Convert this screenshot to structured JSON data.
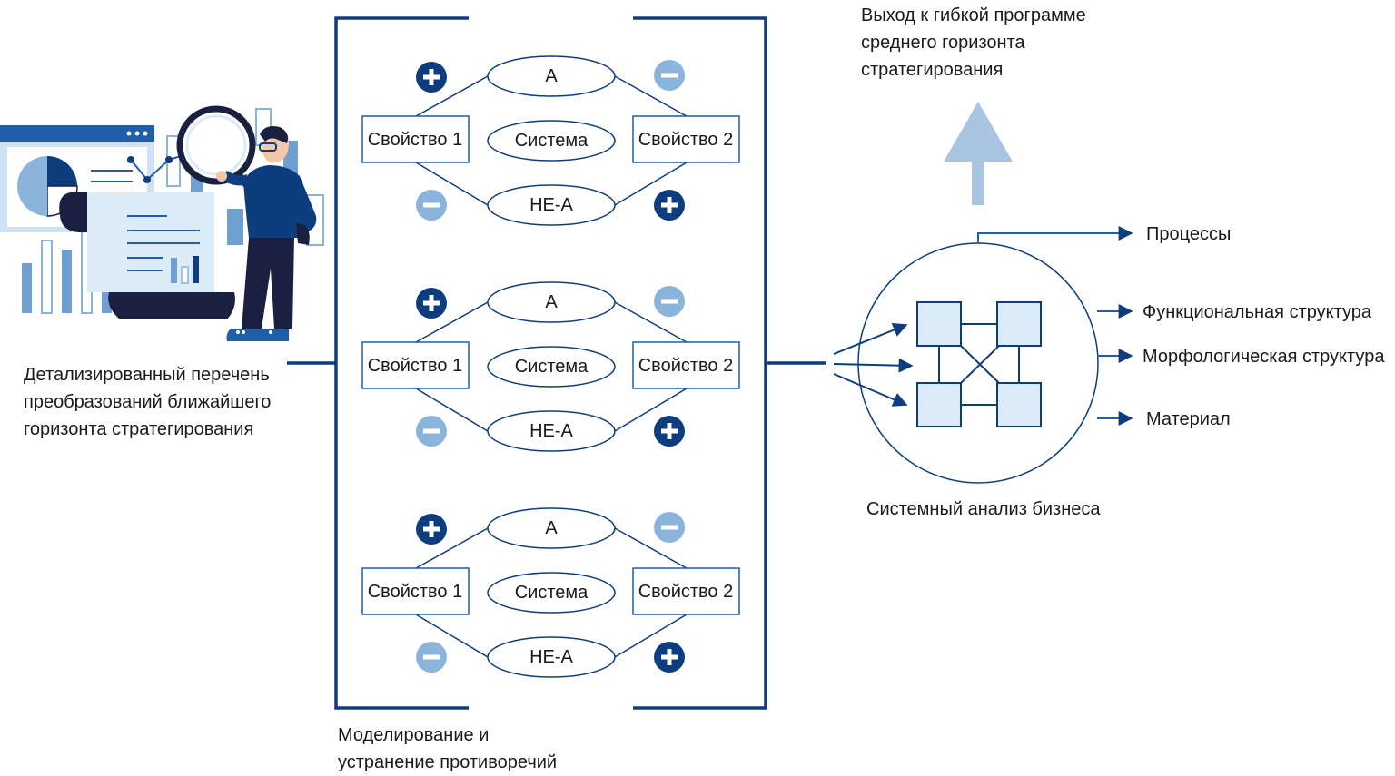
{
  "left_caption": [
    "Детализированный перечень",
    "преобразований ближайшего",
    "горизонта стратегирования"
  ],
  "bottom_caption": [
    "Моделирование и",
    "устранение противоречий"
  ],
  "top_caption": [
    "Выход к гибкой программе",
    "среднего горизонта",
    "стратегирования"
  ],
  "system_caption": "Системный анализ бизнеса",
  "outputs": [
    "Процессы",
    "Функциональная структура",
    "Морфологическая структура",
    "Материал"
  ],
  "blocks": [
    {
      "a": "А",
      "system": "Система",
      "not_a": "НЕ-А",
      "prop1": "Свойство 1",
      "prop2": "Свойство 2"
    },
    {
      "a": "А",
      "system": "Система",
      "not_a": "НЕ-А",
      "prop1": "Свойство 1",
      "prop2": "Свойство 2"
    },
    {
      "a": "А",
      "system": "Система",
      "not_a": "НЕ-А",
      "prop1": "Свойство 1",
      "prop2": "Свойство 2"
    }
  ],
  "colors": {
    "dark_blue": "#0d3d7e",
    "mid_blue": "#1f5ea8",
    "light_blue": "#8ab4dc",
    "pale_blue": "#dcebf8",
    "arrow_up": "#a9c5e2",
    "navy": "#1a2140"
  }
}
